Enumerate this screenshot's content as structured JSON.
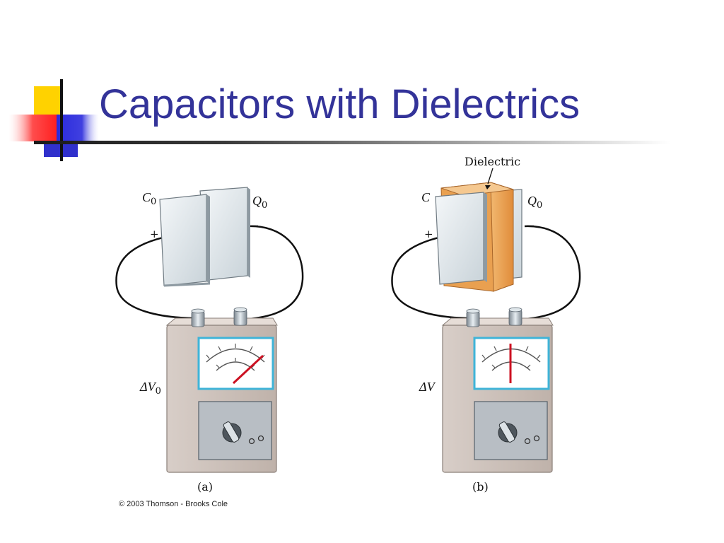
{
  "slide": {
    "title": "Capacitors with Dielectrics",
    "copyright": "© 2003 Thomson - Brooks Cole"
  },
  "colors": {
    "title": "#333399",
    "plate": "#dfe6ea",
    "dielectric": "#e9a050",
    "meter_case": "#cfc4bd",
    "meter_face_border": "#3fb4d8",
    "needle": "#cc1122"
  },
  "panels": [
    {
      "label": "(a)",
      "capacitor_symbol": "C",
      "capacitor_subscript": "0",
      "charge_symbol": "Q",
      "charge_subscript": "0",
      "plus": "+",
      "minus": "−",
      "voltage_symbol": "ΔV",
      "voltage_subscript": "0"
    },
    {
      "label": "(b)",
      "capacitor_symbol": "C",
      "charge_symbol": "Q",
      "charge_subscript": "0",
      "plus": "+",
      "minus": "−",
      "voltage_symbol": "ΔV",
      "dielectric_label": "Dielectric"
    }
  ]
}
